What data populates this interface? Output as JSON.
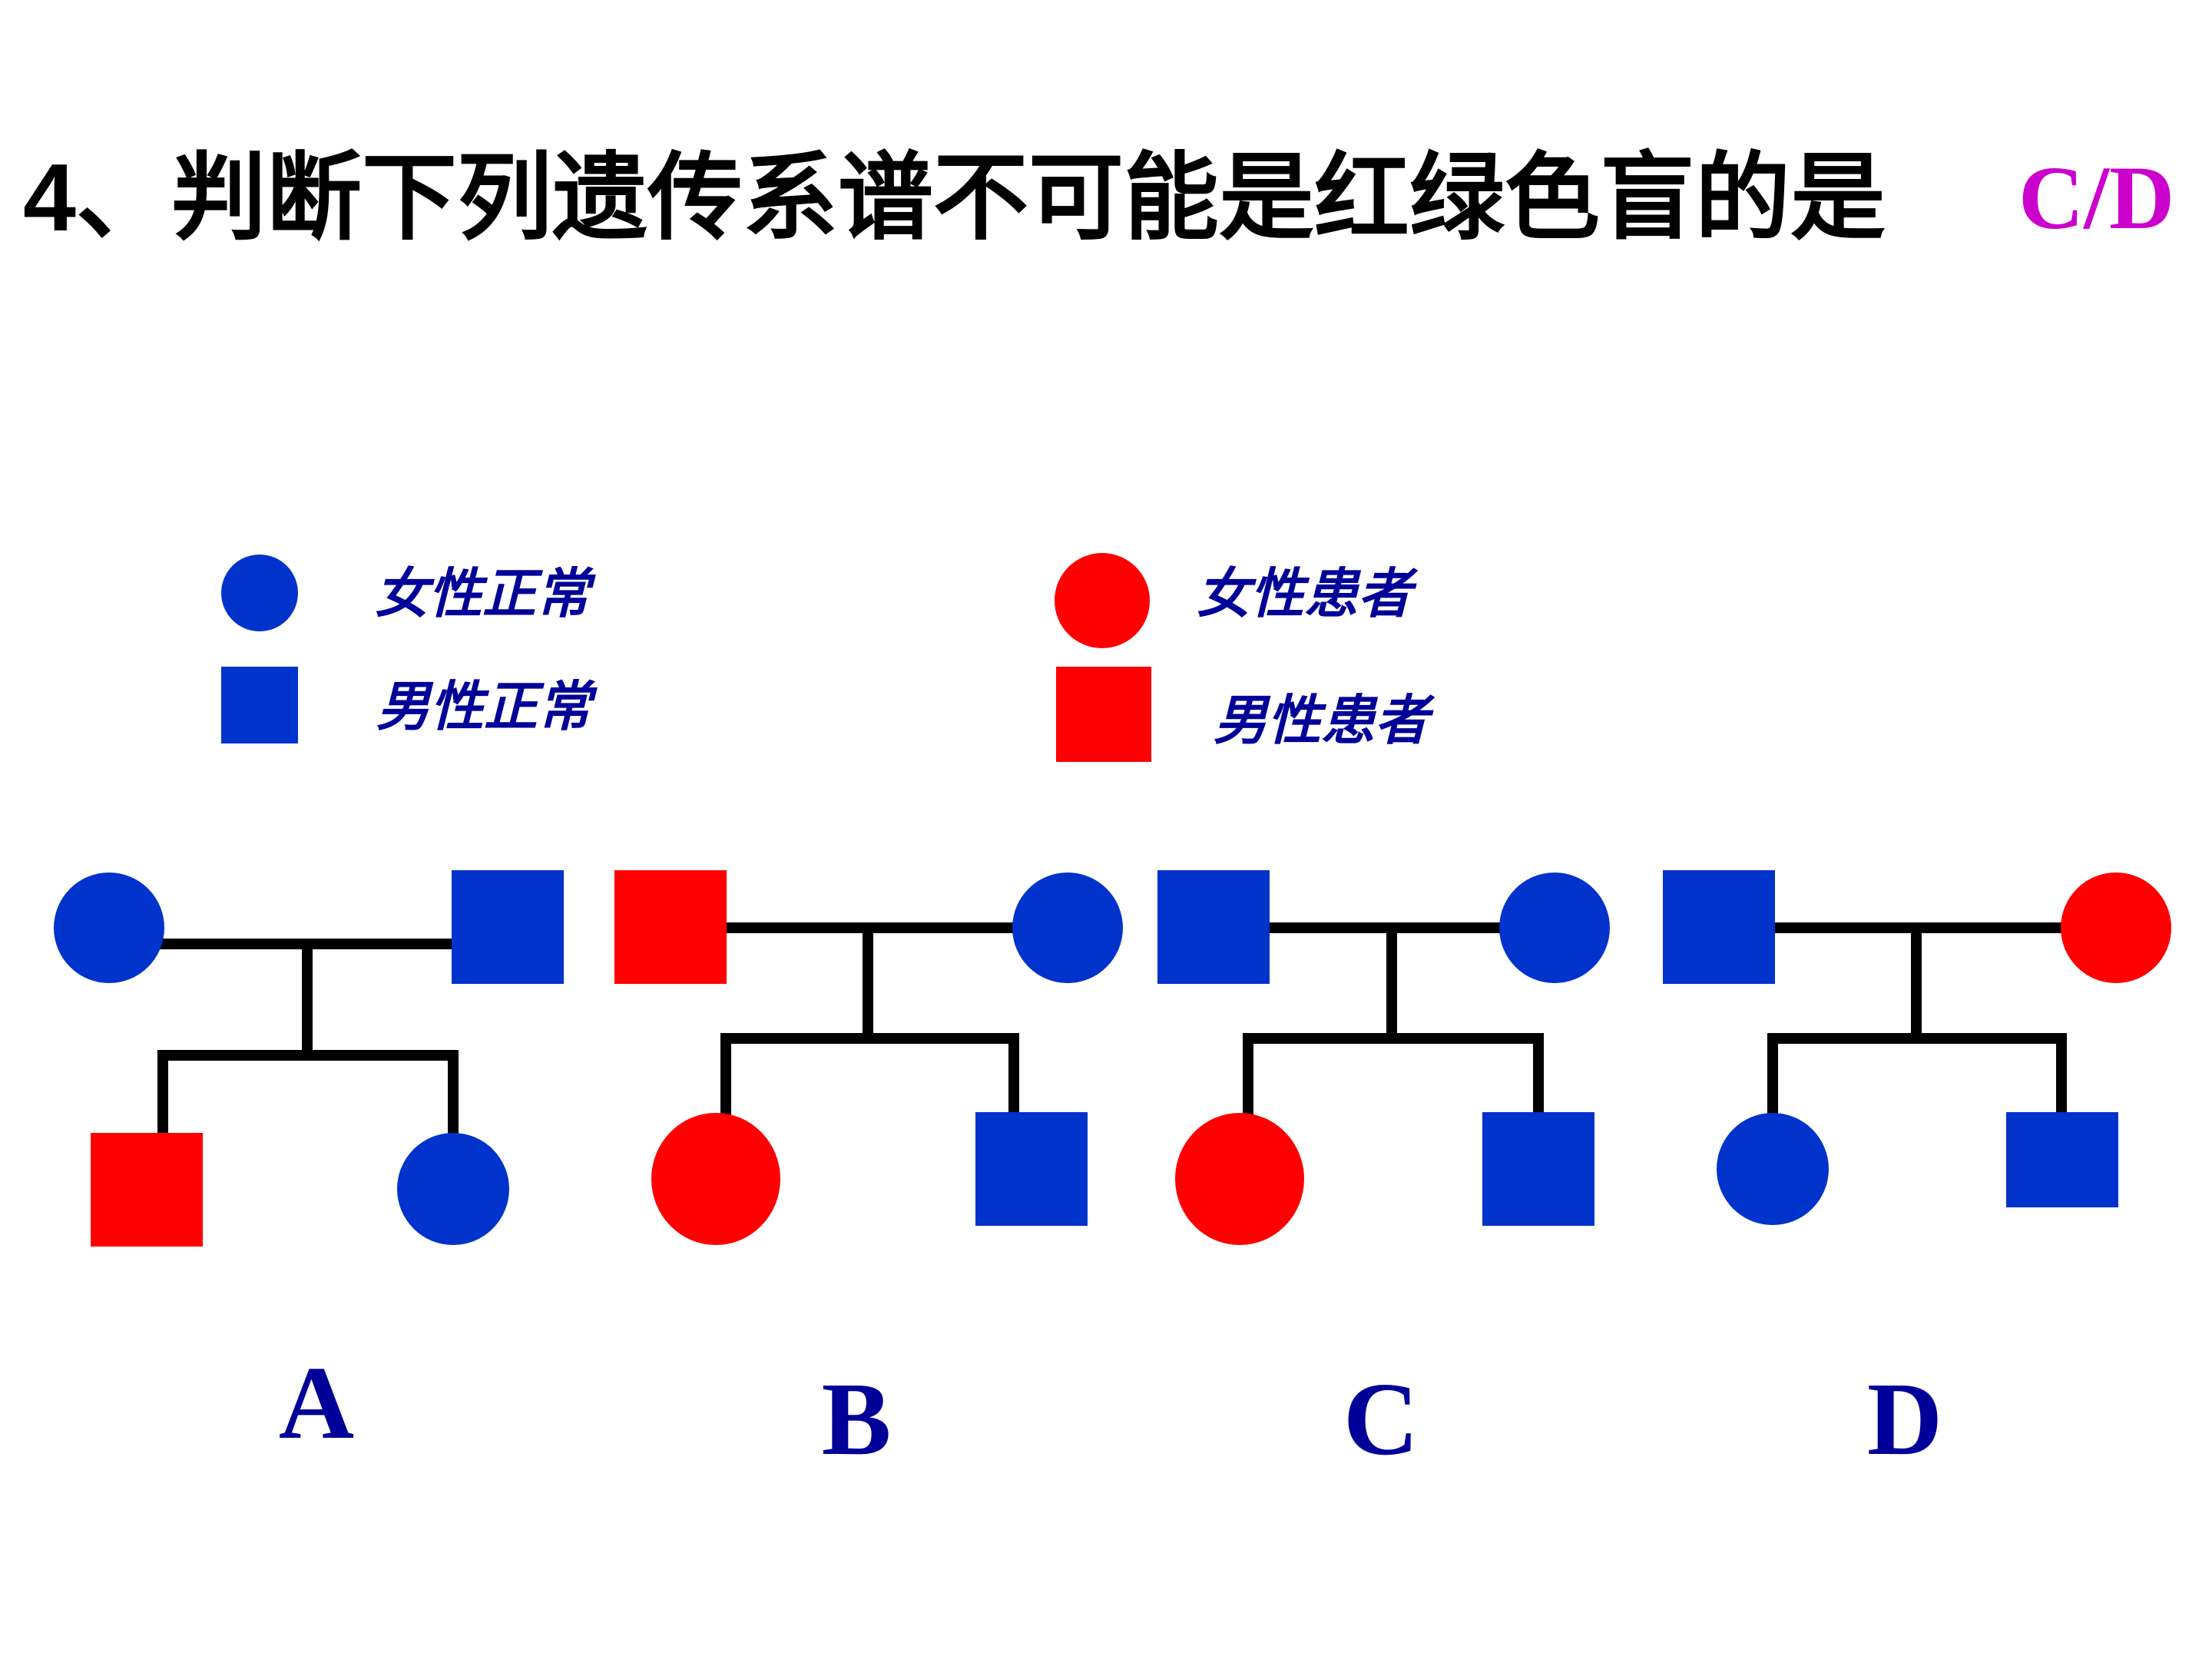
{
  "question": {
    "text": "4、判断下列遗传系谱不可能是红绿色盲的是",
    "answer": "C/D"
  },
  "legend": {
    "normal_female": "女性正常",
    "normal_male": "男性正常",
    "affected_female": "女性患者",
    "affected_male": "男性患者"
  },
  "options": [
    {
      "label": "A",
      "father": "normal",
      "mother": "normal",
      "children": [
        {
          "sex": "male",
          "status": "affected"
        },
        {
          "sex": "female",
          "status": "normal"
        }
      ]
    },
    {
      "label": "B",
      "father": "affected",
      "mother": "normal",
      "children": [
        {
          "sex": "female",
          "status": "affected"
        },
        {
          "sex": "male",
          "status": "normal"
        }
      ]
    },
    {
      "label": "C",
      "father": "normal",
      "mother": "normal",
      "children": [
        {
          "sex": "female",
          "status": "affected"
        },
        {
          "sex": "male",
          "status": "normal"
        }
      ]
    },
    {
      "label": "D",
      "father": "normal",
      "mother": "affected",
      "children": [
        {
          "sex": "female",
          "status": "normal"
        },
        {
          "sex": "male",
          "status": "normal"
        }
      ]
    }
  ],
  "colors": {
    "normal": "#0033cc",
    "affected": "#ff0000",
    "line": "#000000",
    "answer": "#cc00cc",
    "label": "#000099"
  }
}
